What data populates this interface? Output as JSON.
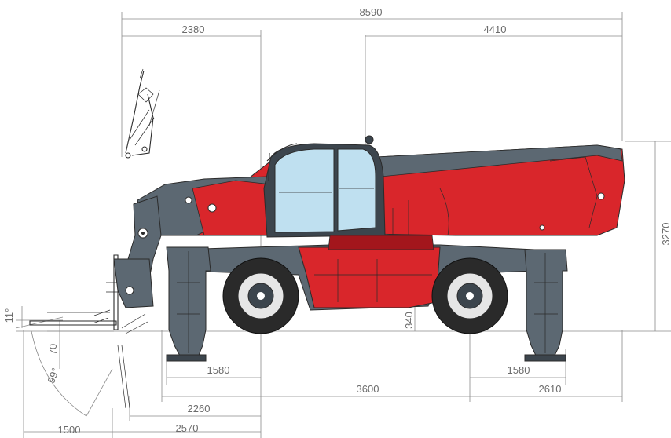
{
  "colors": {
    "body_red": "#d9262b",
    "dark_red": "#a3161c",
    "chassis_grey": "#5c6872",
    "dark_grey": "#3c454d",
    "glass": "#bfe0f0",
    "tyre": "#2a2a2a",
    "dimension_line": "#8a8a8a",
    "dimension_text": "#6b6b6b"
  },
  "dimensions": {
    "overall_length": "8590",
    "front_overhang": "2380",
    "rear_section": "4410",
    "overall_height": "3270",
    "ground_clearance": "340",
    "left_outrigger": "1580",
    "right_outrigger": "1580",
    "wheelbase": "3600",
    "rear_overhang": "2610",
    "front_to_axle": "2260",
    "fork_reach": "2570",
    "fork_length": "1500",
    "fork_height": "70",
    "tilt_angle": "11°",
    "crowd_angle": "99°"
  }
}
